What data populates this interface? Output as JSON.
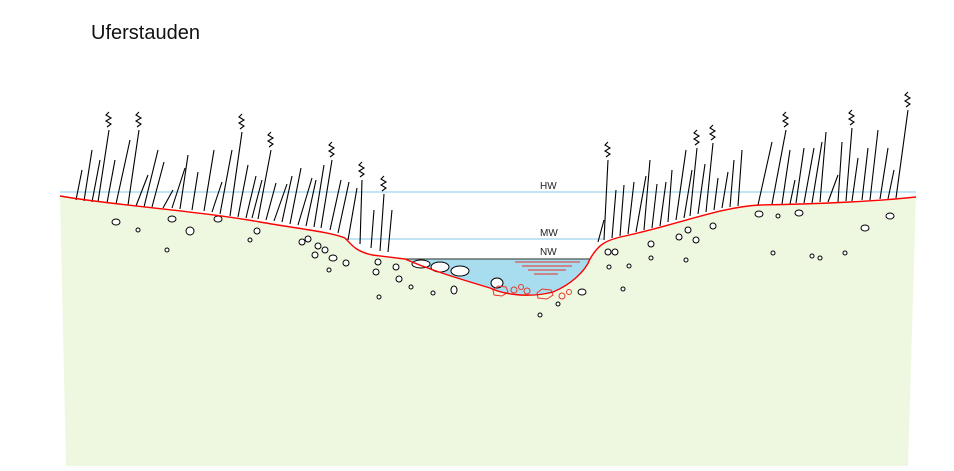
{
  "title": "Uferstauden",
  "water_levels": [
    {
      "label": "HW"
    },
    {
      "label": "MW"
    },
    {
      "label": "NW"
    }
  ],
  "colors": {
    "ground_fill": "#eef8e0",
    "bank_line": "#ff0000",
    "water_fill": "#a8ddf0",
    "level_line": "#9ed3ee",
    "plant_stroke": "#000000",
    "stone_stroke": "#000000"
  },
  "icons": [
    "reed-icon",
    "pebble-icon",
    "boulder-icon"
  ]
}
